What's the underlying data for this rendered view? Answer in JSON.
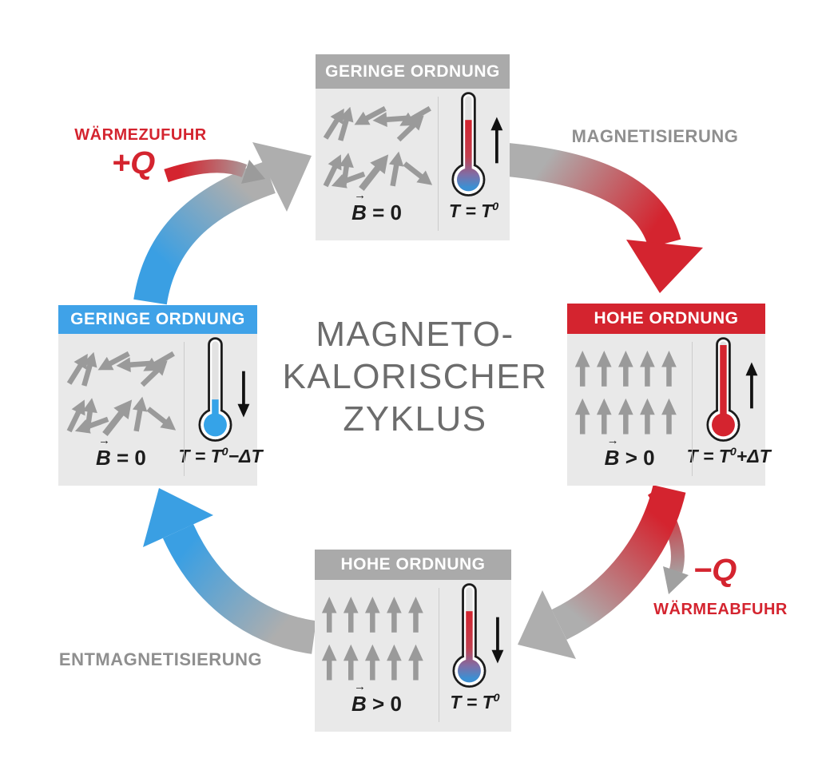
{
  "title": {
    "lines": [
      "MAGNETO-",
      "KALORISCHER",
      "ZYKLUS"
    ]
  },
  "cycle_labels": {
    "magnetization": "MAGNETISIERUNG",
    "demagnetization": "ENTMAGNETISIERUNG",
    "heat_in_label": "WÄRMEZUFUHR",
    "heat_in_symbol": "+Q",
    "heat_out_symbol": "−Q",
    "heat_out_label": "WÄRMEABFUHR"
  },
  "stages": {
    "top": {
      "header": "GERINGE ORDNUNG",
      "b_base": "B",
      "b_vec": "→",
      "b_rel": "= 0",
      "t_main": "T = T",
      "t_sub": "0",
      "t_suffix": "",
      "spins": "random-spins-icon",
      "thermometer": "thermometer-warming-up"
    },
    "right": {
      "header": "HOHE ORDNUNG",
      "b_base": "B",
      "b_vec": "→",
      "b_rel": "> 0",
      "t_main": "T = T",
      "t_sub": "0",
      "t_suffix": "+ΔT",
      "spins": "aligned-spins-icon",
      "thermometer": "thermometer-hot-up"
    },
    "bottom": {
      "header": "HOHE ORDNUNG",
      "b_base": "B",
      "b_vec": "→",
      "b_rel": "> 0",
      "t_main": "T = T",
      "t_sub": "0",
      "t_suffix": "",
      "spins": "aligned-spins-icon",
      "thermometer": "thermometer-cooling-down"
    },
    "left": {
      "header": "GERINGE ORDNUNG",
      "b_base": "B",
      "b_vec": "→",
      "b_rel": "= 0",
      "t_main": "T = T",
      "t_sub": "0",
      "t_suffix": "−ΔT",
      "spins": "random-spins-icon",
      "thermometer": "thermometer-cold-down"
    }
  },
  "colors": {
    "red": "#d4242f",
    "blue": "#3fa2e8",
    "header_gray": "#aaaaaa",
    "arrow_gray": "#aeaeae",
    "box_bg": "#e9e9e9",
    "spin_gray": "#9a9a9a",
    "title_gray": "#6c6c6c",
    "process_label_gray": "#8f8f8f"
  }
}
